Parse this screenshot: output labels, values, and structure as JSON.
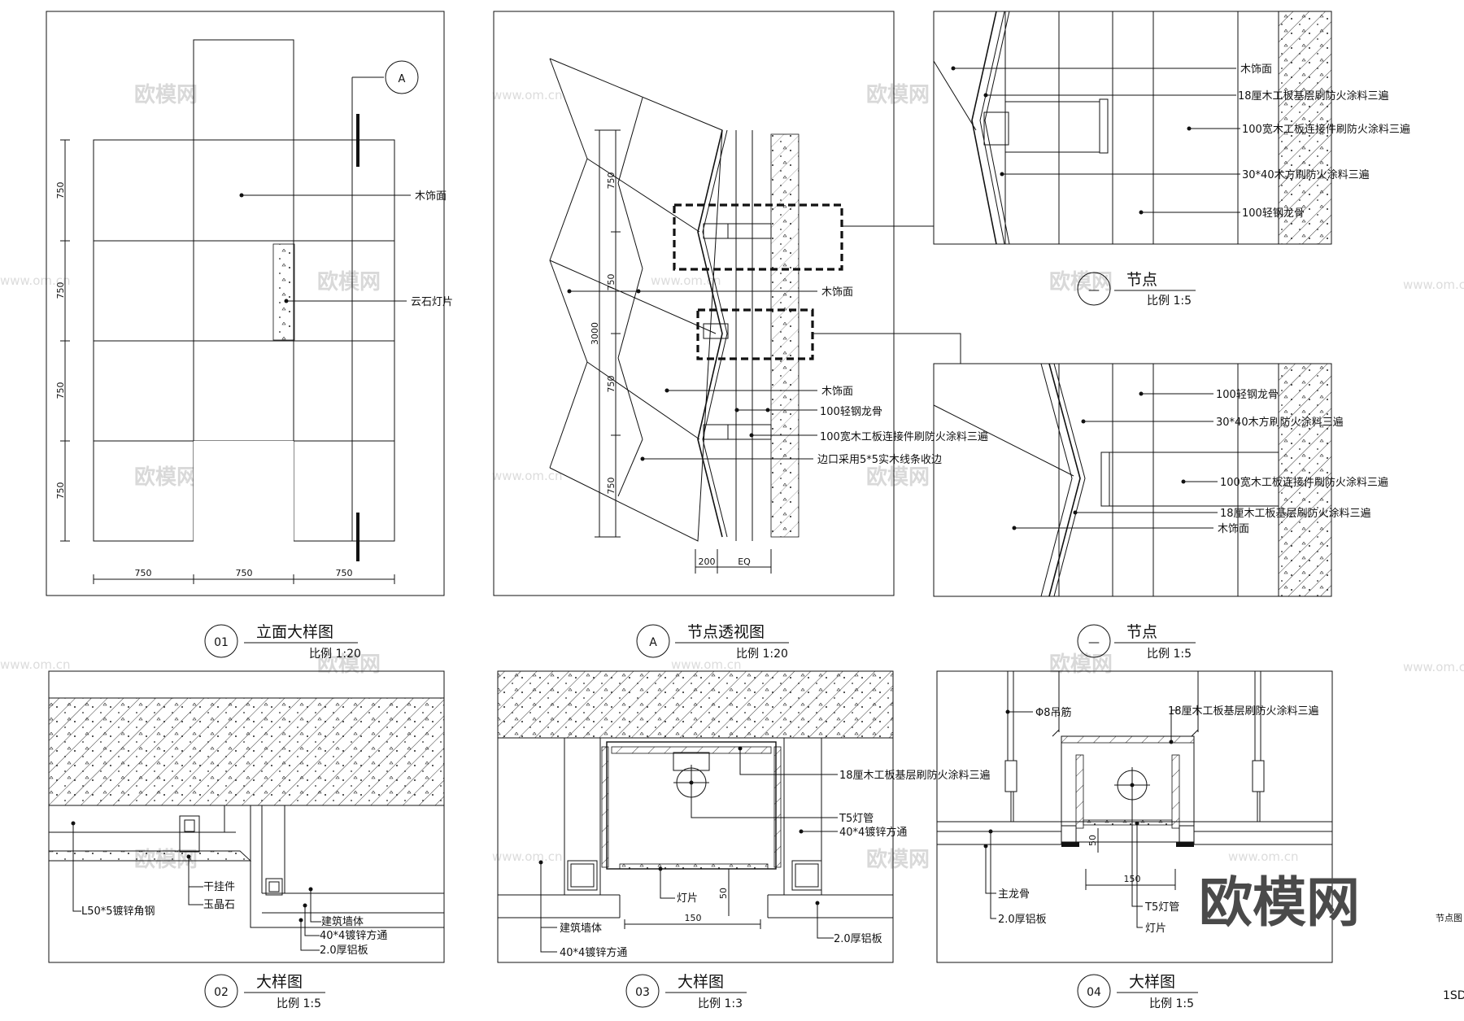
{
  "watermark": {
    "text": "欧模网",
    "url": "www.om.cn",
    "brand": "欧模网"
  },
  "views": {
    "v01": {
      "number": "01",
      "title": "立面大样图",
      "scale": "比例 1:20",
      "tag": "A",
      "labels": [
        "木饰面",
        "云石灯片"
      ],
      "dims_v": [
        "750",
        "750",
        "750",
        "750"
      ],
      "dims_h": [
        "750",
        "750",
        "750"
      ]
    },
    "vA": {
      "number": "A",
      "title": "节点透视图",
      "scale": "比例 1:20",
      "labels": [
        "木饰面",
        "木饰面",
        "100轻钢龙骨",
        "100宽木工板连接件刷防火涂料三遍",
        "边口采用5*5实木线条收边"
      ],
      "dims_v": [
        "750",
        "750",
        "750",
        "750"
      ],
      "dim_total": "3000",
      "dims_h": [
        "200",
        "EQ"
      ]
    },
    "vN1": {
      "number": "—",
      "title": "节点",
      "scale": "比例 1:5",
      "labels": [
        "木饰面",
        "18厘木工板基层刷防火涂料三遍",
        "100宽木工板连接件刷防火涂料三遍",
        "30*40木方刷防火涂料三遍",
        "100轻钢龙骨"
      ]
    },
    "vN2": {
      "number": "—",
      "title": "节点",
      "scale": "比例 1:5",
      "labels": [
        "100轻钢龙骨",
        "30*40木方刷防火涂料三遍",
        "100宽木工板连接件刷防火涂料三遍",
        "18厘木工板基层刷防火涂料三遍",
        "木饰面"
      ]
    },
    "v02": {
      "number": "02",
      "title": "大样图",
      "scale": "比例 1:5",
      "labels": [
        "干挂件",
        "玉晶石",
        "L50*5镀锌角钢",
        "建筑墙体",
        "40*4镀锌方通",
        "2.0厚铝板"
      ]
    },
    "v03": {
      "number": "03",
      "title": "大样图",
      "scale": "比例 1:3",
      "labels": [
        "18厘木工板基层刷防火涂料三遍",
        "T5灯管",
        "40*4镀锌方通",
        "灯片",
        "建筑墙体",
        "40*4镀锌方通",
        "2.0厚铝板"
      ],
      "dims": [
        "150",
        "50"
      ]
    },
    "v04": {
      "number": "04",
      "title": "大样图",
      "scale": "比例 1:5",
      "labels": [
        "Φ8吊筋",
        "18厘木工板基层刷防火涂料三遍",
        "主龙骨",
        "2.0厚铝板",
        "T5灯管",
        "灯片"
      ],
      "dims": [
        "150",
        "50"
      ]
    }
  },
  "edge": {
    "right_label": "节点图",
    "right_code": "1SD"
  }
}
